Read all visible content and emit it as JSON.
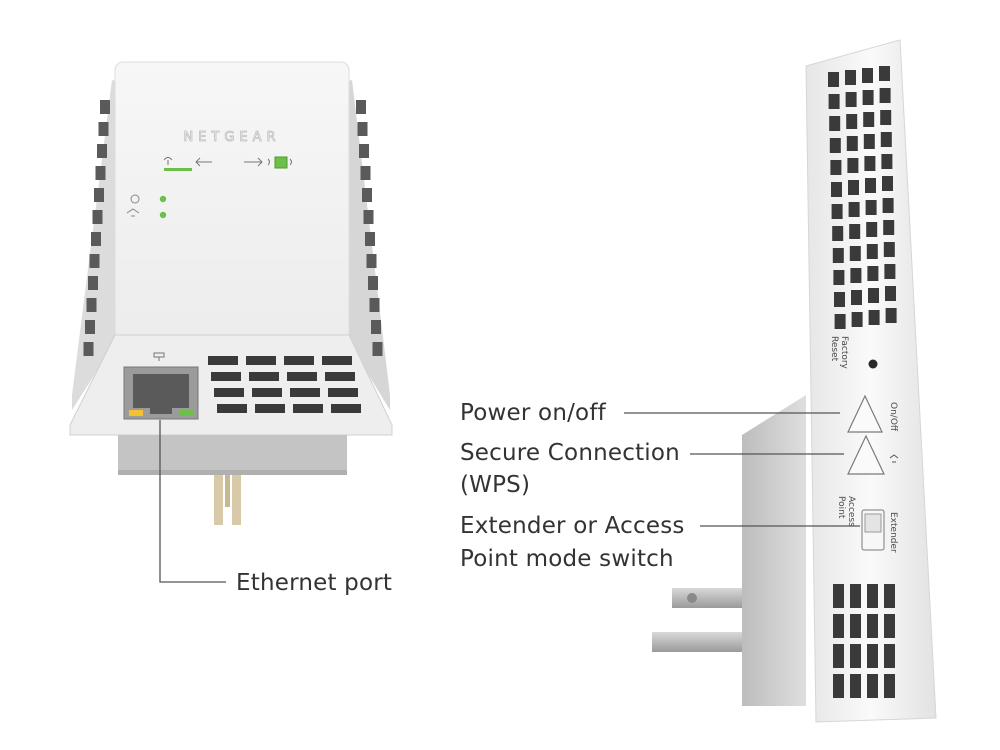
{
  "front_device": {
    "brand": "NETGEAR"
  },
  "side_device": {
    "factory_reset_label": "Factory Reset",
    "on_off_label": "On/Off",
    "access_point_label": "Access Point",
    "extender_label": "Extender"
  },
  "callouts": {
    "ethernet_port": "Ethernet port",
    "power_on_off": "Power on/off",
    "wps_line1": "Secure Connection",
    "wps_line2": "(WPS)",
    "mode_switch_line1": "Extender or Access",
    "mode_switch_line2": "Point mode switch"
  },
  "colors": {
    "device_body": "#f4f4f4",
    "device_shadow": "#c9c9c9",
    "led_green": "#6cc04a",
    "port_amber": "#f2c230",
    "callout_line": "#555555",
    "plug_metal": "#d8c9a8"
  }
}
